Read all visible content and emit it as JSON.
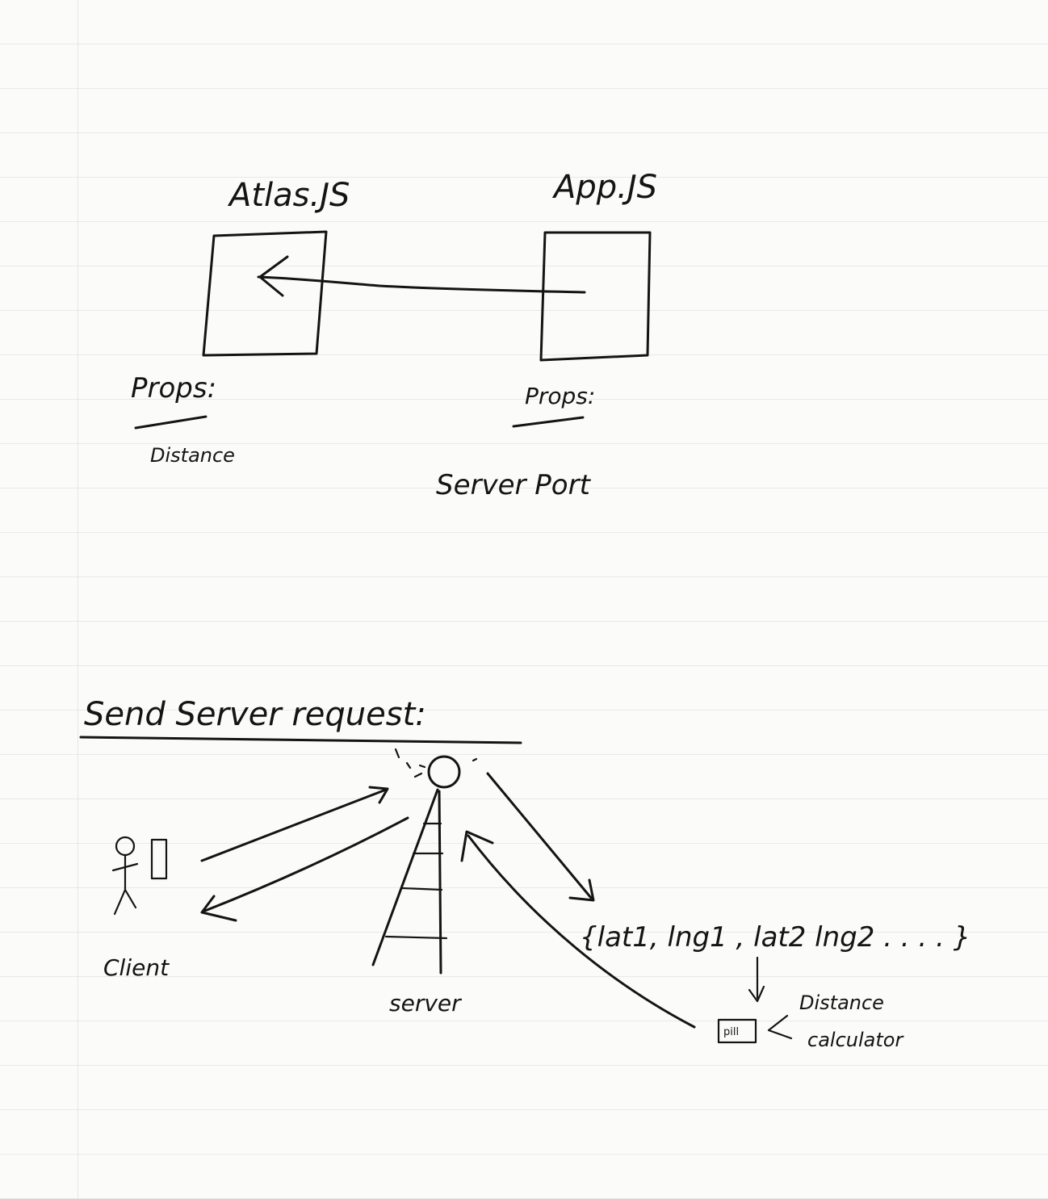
{
  "diagram_top": {
    "left_component": {
      "title": "Atlas.JS",
      "props_heading": "Props:",
      "props_value": "Distance"
    },
    "right_component": {
      "title": "App.JS",
      "props_heading": "Props:",
      "props_value": "Server Port"
    }
  },
  "diagram_bottom": {
    "heading": "Send Server request:",
    "client_label": "Client",
    "server_label": "server",
    "coords_label": "{lat1, lng1 , lat2 lng2 . . . . }",
    "box_label": "pill",
    "calculator_label_line1": "Distance",
    "calculator_label_line2": "calculator"
  },
  "colors": {
    "ink": "#141414",
    "paper": "#fbfbfa",
    "rule_lines": "#c8c8cd"
  }
}
